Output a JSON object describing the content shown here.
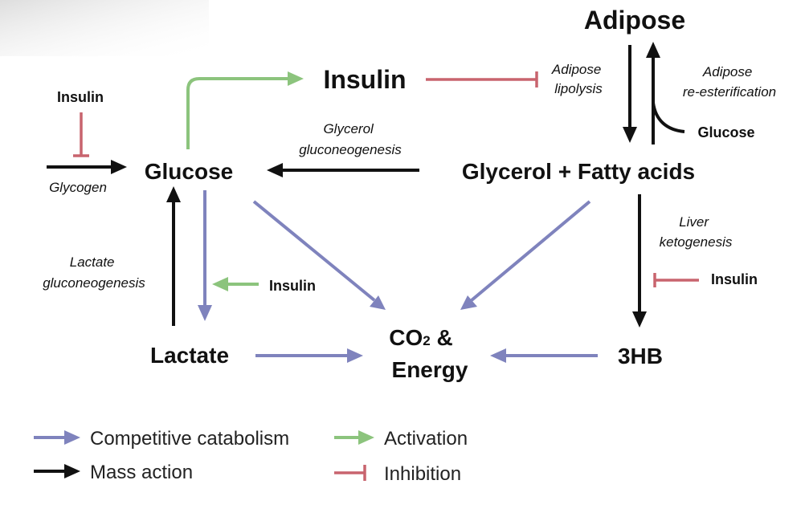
{
  "colors": {
    "catabolism": "#7f83bd",
    "mass_action": "#111111",
    "activation": "#8cc47d",
    "inhibition": "#c8646e"
  },
  "nodes": {
    "adipose": "Adipose",
    "insulin_top": "Insulin",
    "insulin_left": "Insulin",
    "insulin_middle": "Insulin",
    "insulin_right": "Insulin",
    "glucose": "Glucose",
    "glucose_right": "Glucose",
    "glycerol_fatty_acids": "Glycerol + Fatty acids",
    "lactate": "Lactate",
    "co2_prefix": "CO",
    "co2_subscript": "2",
    "co2_suffix": " &",
    "energy": "Energy",
    "three_hb": "3HB"
  },
  "annotations": {
    "adipose_lipolysis": [
      "Adipose",
      "lipolysis"
    ],
    "adipose_reesterification": [
      "Adipose",
      "re-esterification"
    ],
    "glycerol_gluconeogenesis": [
      "Glycerol",
      "gluconeogenesis"
    ],
    "glycogen": "Glycogen",
    "lactate_gluconeogenesis": [
      "Lactate",
      "gluconeogenesis"
    ],
    "liver_ketogenesis": [
      "Liver",
      "ketogenesis"
    ]
  },
  "legend": {
    "competitive_catabolism": "Competitive catabolism",
    "mass_action": "Mass action",
    "activation": "Activation",
    "inhibition": "Inhibition"
  }
}
